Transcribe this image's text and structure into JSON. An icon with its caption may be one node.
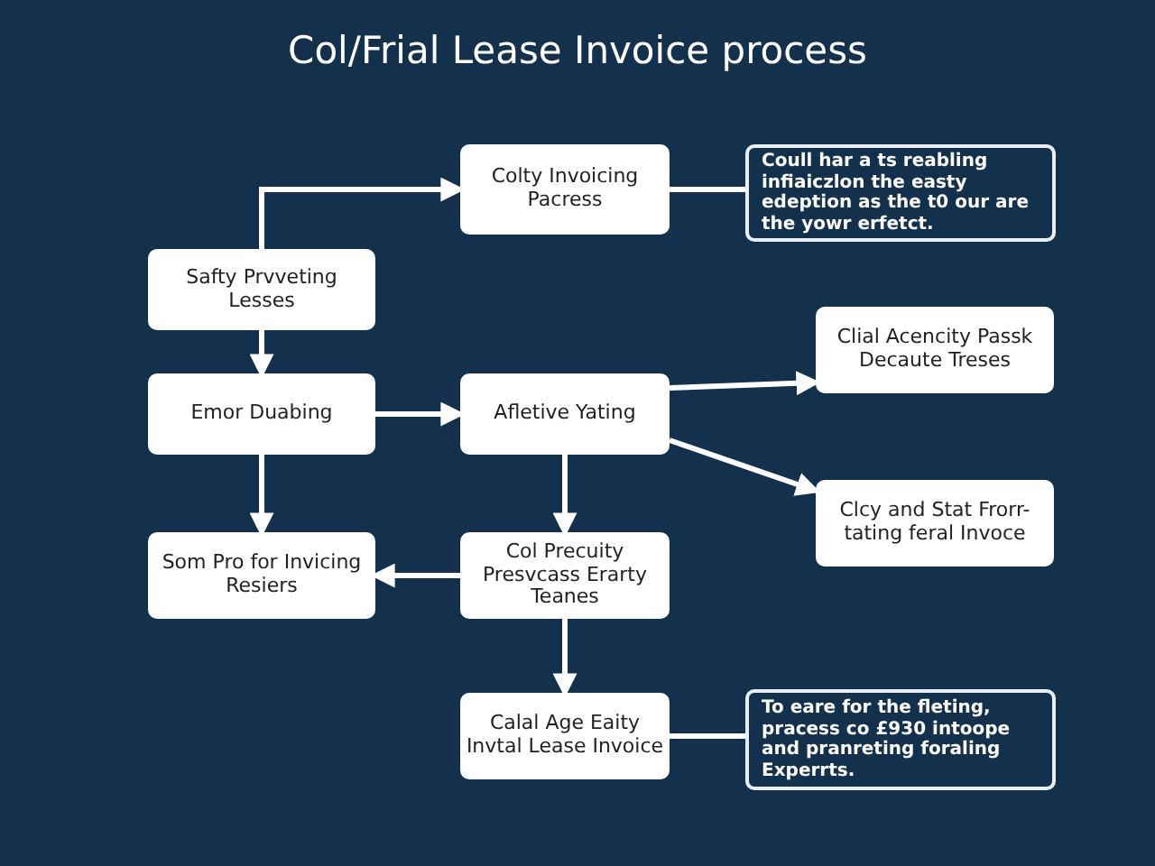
{
  "diagram": {
    "title": "Col/Frial Lease Invoice process",
    "nodes": [
      {
        "text": [
          "Colty Invoicing Pacress"
        ]
      },
      {
        "text": [
          "Coull har a ts reabling infiaiczlon the easty edeption as the t0 our are the yowr erfetct."
        ]
      },
      {
        "text": [
          "Safty Prvveting Lesses"
        ]
      },
      {
        "text": [
          "Emor Duabing"
        ]
      },
      {
        "text": [
          "Afletive Yating"
        ]
      },
      {
        "text": [
          "Clial Acencity Passk Decaute Treses"
        ]
      },
      {
        "text": [
          "Clcy and Stat Frorr-tating feral Invoce"
        ]
      },
      {
        "text": [
          "Som Pro for Invicing Resiers"
        ]
      },
      {
        "text": [
          "Col Precuity Presvcass Erarty Teanes"
        ]
      },
      {
        "text": [
          "Calal Age Eaity Invtal Lease Invoice"
        ]
      },
      {
        "text": [
          "To eare for the fleting, pracess co £930 intoope and pranreting foraling Experrts."
        ]
      }
    ],
    "edges": [
      {
        "from": 2,
        "to": 0,
        "arrow": "to"
      },
      {
        "from": 0,
        "to": 1,
        "arrow": "none"
      },
      {
        "from": 2,
        "to": 3,
        "arrow": "to"
      },
      {
        "from": 3,
        "to": 4,
        "arrow": "to"
      },
      {
        "from": 4,
        "to": 5,
        "arrow": "to"
      },
      {
        "from": 4,
        "to": 6,
        "arrow": "to"
      },
      {
        "from": 3,
        "to": 7,
        "arrow": "to"
      },
      {
        "from": 4,
        "to": 8,
        "arrow": "to"
      },
      {
        "from": 8,
        "to": 7,
        "arrow": "to"
      },
      {
        "from": 8,
        "to": 9,
        "arrow": "to"
      },
      {
        "from": 9,
        "to": 10,
        "arrow": "none"
      }
    ]
  }
}
